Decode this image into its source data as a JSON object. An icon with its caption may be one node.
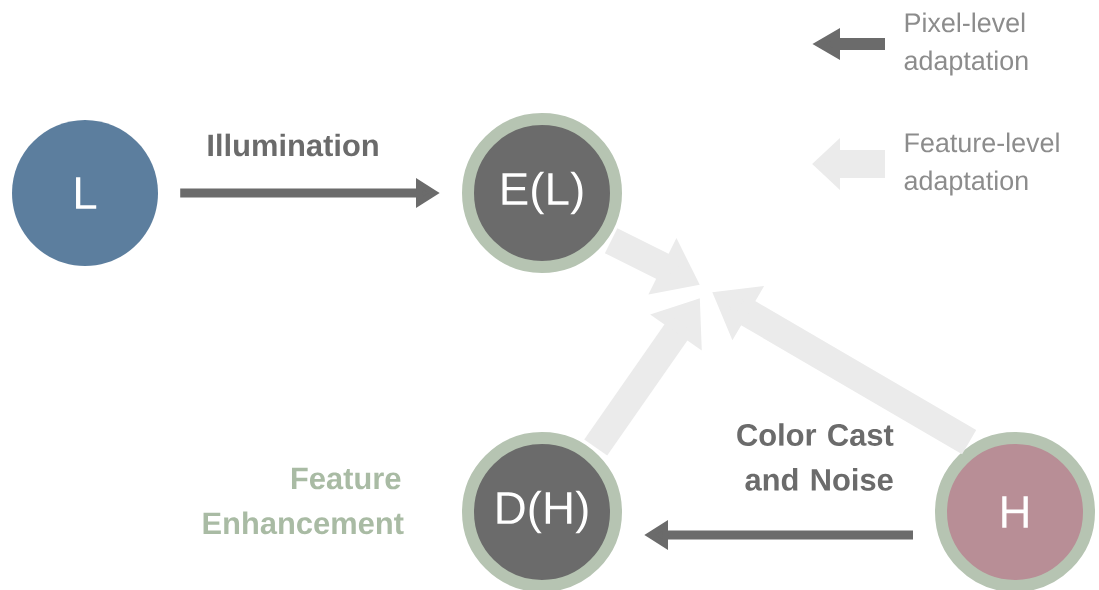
{
  "diagram": {
    "nodes": [
      {
        "text": [
          "L"
        ]
      },
      {
        "text": [
          "E(L)"
        ]
      },
      {
        "text": [
          "D(H)"
        ],
        "beside": [
          "Feature Enhancement"
        ]
      },
      {
        "text": [
          "H"
        ]
      }
    ],
    "edges": [
      {
        "from": 0,
        "to": 1,
        "arrow": "to",
        "label": "Illumination",
        "color": "#6b6b6b"
      },
      {
        "from": 3,
        "to": 2,
        "arrow": "to",
        "label": "Color Cast and Noise",
        "color": "#6b6b6b"
      },
      {
        "from": 1,
        "to": null,
        "arrow": "to"
      },
      {
        "from": 2,
        "to": null,
        "arrow": "to"
      },
      {
        "from": 3,
        "to": null,
        "arrow": "to"
      }
    ],
    "legend": [
      {
        "text": "Pixel-level adaptation"
      },
      {
        "text": "Feature-level adaptation"
      }
    ]
  }
}
